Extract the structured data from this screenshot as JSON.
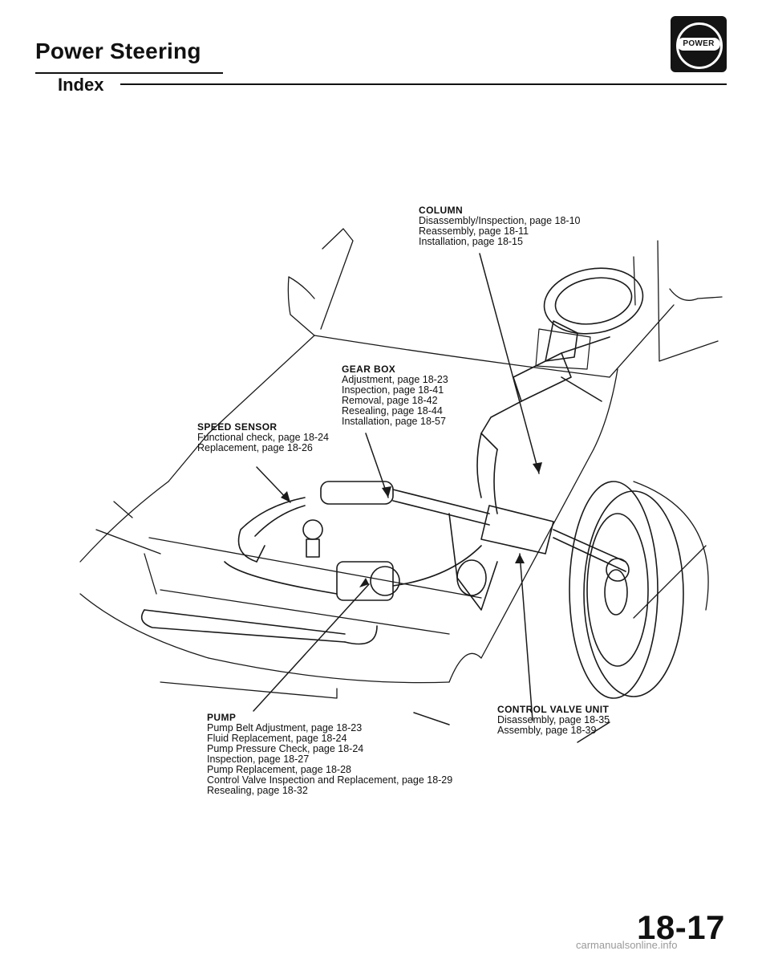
{
  "header": {
    "title": "Power Steering",
    "subtitle": "Index",
    "badge_text": "POWER"
  },
  "callouts": {
    "column": {
      "heading": "COLUMN",
      "lines": [
        "Disassembly/Inspection, page 18-10",
        "Reassembly, page 18-11",
        "Installation, page 18-15"
      ]
    },
    "gear_box": {
      "heading": "GEAR BOX",
      "lines": [
        "Adjustment, page 18-23",
        "Inspection, page 18-41",
        "Removal, page 18-42",
        "Resealing, page 18-44",
        "Installation, page 18-57"
      ]
    },
    "speed_sensor": {
      "heading": "SPEED SENSOR",
      "lines": [
        "Functional check, page 18-24",
        "Replacement, page 18-26"
      ]
    },
    "control_valve_unit": {
      "heading": "CONTROL VALVE UNIT",
      "lines": [
        "Disassembly, page 18-35",
        "Assembly, page 18-39"
      ]
    },
    "pump": {
      "heading": "PUMP",
      "lines": [
        "Pump Belt Adjustment, page 18-23",
        "Fluid Replacement, page 18-24",
        "Pump Pressure Check, page 18-24",
        "Inspection, page 18-27",
        "Pump Replacement, page 18-28",
        "Control Valve Inspection and Replacement, page 18-29",
        "Resealing, page 18-32"
      ]
    }
  },
  "page_number": "18-17",
  "footer": "carmanualsonline.info"
}
